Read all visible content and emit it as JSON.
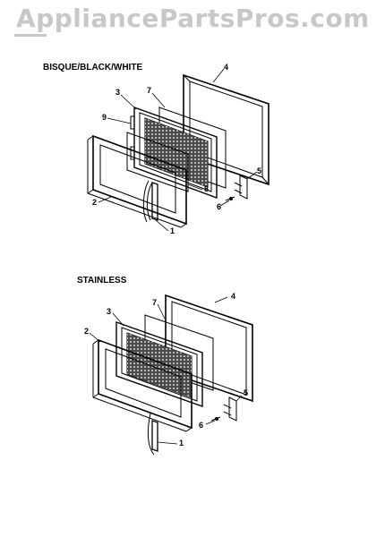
{
  "watermark": {
    "text": "AppliancePartsPros.com"
  },
  "sections": [
    {
      "title": "BISQUE/BLACK/WHITE",
      "callouts": [
        {
          "id": "c1-4",
          "label": "4"
        },
        {
          "id": "c1-7",
          "label": "7"
        },
        {
          "id": "c1-3",
          "label": "3"
        },
        {
          "id": "c1-9",
          "label": "9"
        },
        {
          "id": "c1-5",
          "label": "5"
        },
        {
          "id": "c1-8",
          "label": "8"
        },
        {
          "id": "c1-2",
          "label": "2"
        },
        {
          "id": "c1-6",
          "label": "6"
        },
        {
          "id": "c1-1",
          "label": "1"
        }
      ]
    },
    {
      "title": "STAINLESS",
      "callouts": [
        {
          "id": "c2-7",
          "label": "7"
        },
        {
          "id": "c2-4",
          "label": "4"
        },
        {
          "id": "c2-3",
          "label": "3"
        },
        {
          "id": "c2-2",
          "label": "2"
        },
        {
          "id": "c2-5",
          "label": "5"
        },
        {
          "id": "c2-6",
          "label": "6"
        },
        {
          "id": "c2-1",
          "label": "1"
        }
      ]
    }
  ]
}
